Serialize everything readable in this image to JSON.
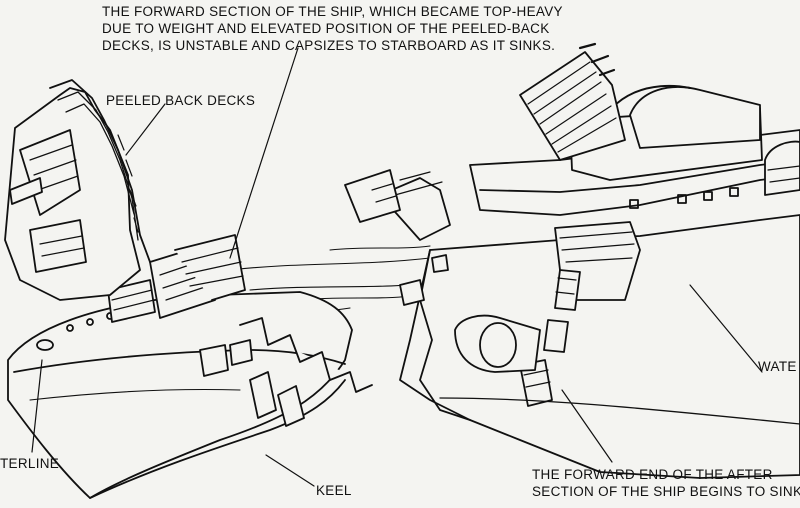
{
  "diagram": {
    "annotations": {
      "top_note": [
        "THE FORWARD SECTION OF THE SHIP, WHICH BECAME TOP-HEAVY",
        "DUE TO WEIGHT AND ELEVATED POSITION OF THE PEELED-BACK",
        "DECKS, IS UNSTABLE AND CAPSIZES TO STARBOARD AS IT SINKS."
      ],
      "peeled_back_decks": "PEELED BACK DECKS",
      "waterline_right": "WATE",
      "waterline_left": "TERLINE",
      "keel": "KEEL",
      "bottom_note": [
        "THE FORWARD END OF THE AFTER",
        "SECTION OF THE SHIP BEGINS TO SINK."
      ]
    },
    "style": {
      "ink": "#111111",
      "paper": "#f4f4f1"
    }
  }
}
